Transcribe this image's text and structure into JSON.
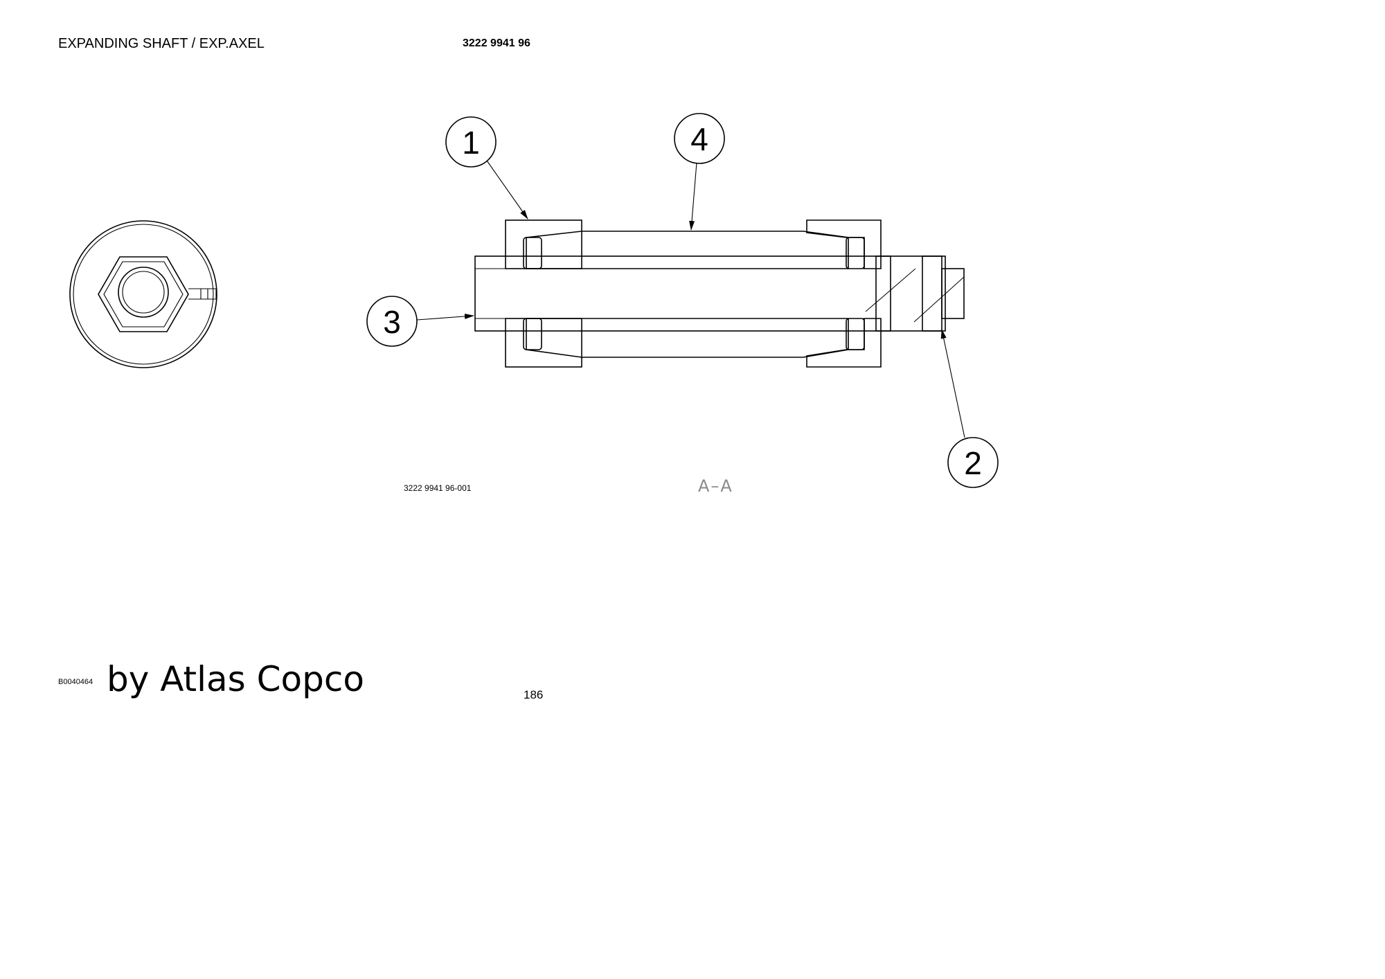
{
  "header": {
    "title": "EXPANDING SHAFT / EXP.AXEL",
    "part_number": "3222 9941 96"
  },
  "drawing": {
    "callouts": [
      "1",
      "4",
      "3",
      "2"
    ],
    "drawing_number": "3222 9941 96-001",
    "section_label": "A–A"
  },
  "footer": {
    "doc_code": "B0040464",
    "brand": "by Atlas Copco",
    "page_number": "186"
  }
}
